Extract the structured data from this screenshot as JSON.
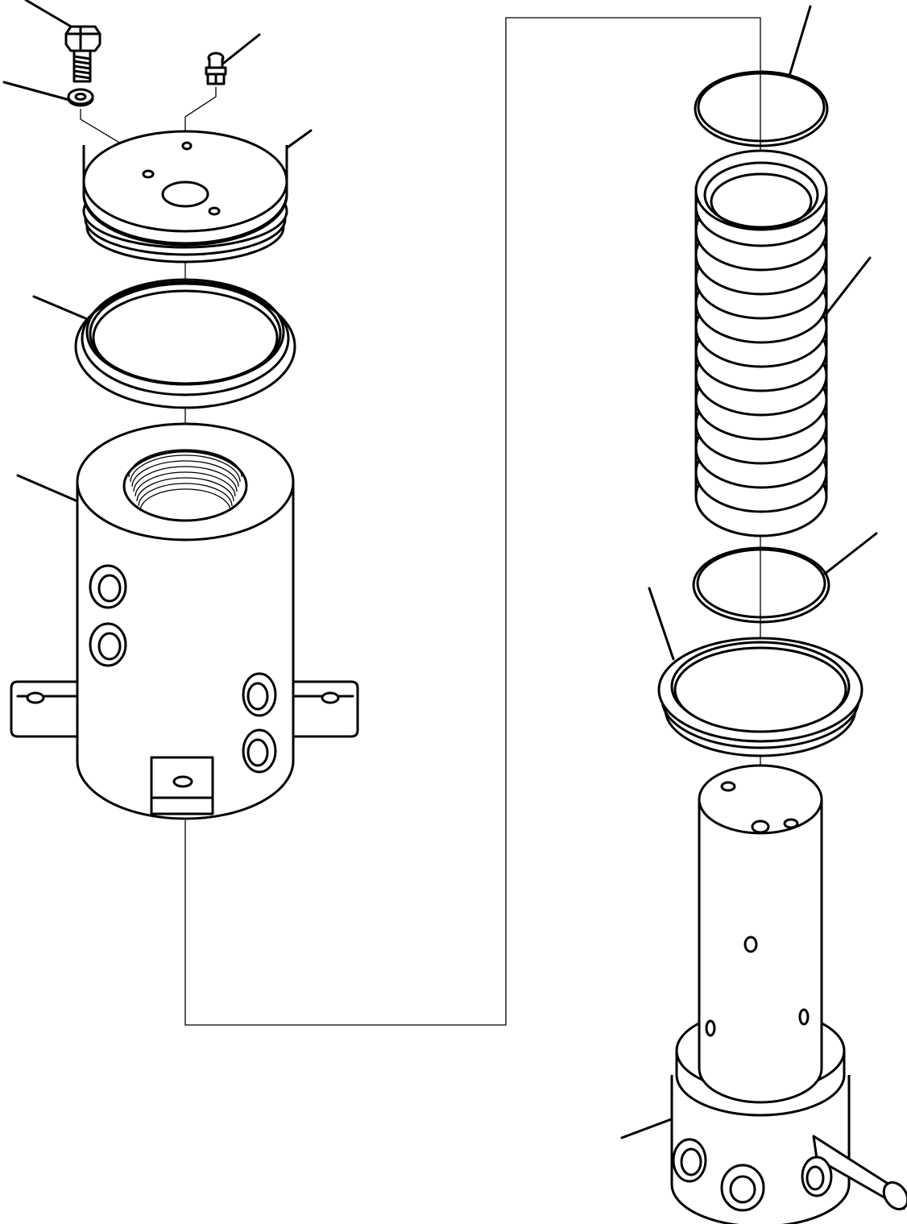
{
  "diagram": {
    "type": "exploded-parts-view",
    "line_color": "#000000",
    "background_color": "#ffffff",
    "parts": [
      {
        "id": "bolt"
      },
      {
        "id": "washer"
      },
      {
        "id": "grease-fitting"
      },
      {
        "id": "cover-plate"
      },
      {
        "id": "cover-seal-ring"
      },
      {
        "id": "housing"
      },
      {
        "id": "top-o-ring"
      },
      {
        "id": "seal-ring-stack"
      },
      {
        "id": "lower-o-ring"
      },
      {
        "id": "bottom-seal-ring"
      },
      {
        "id": "swivel-shaft"
      }
    ]
  }
}
